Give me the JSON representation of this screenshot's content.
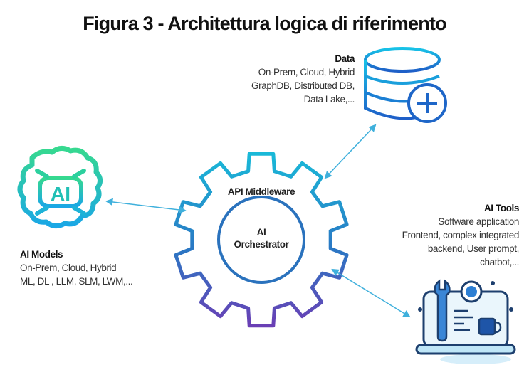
{
  "title": "Figura 3 - Architettura logica di riferimento",
  "data": {
    "heading": "Data",
    "lines": [
      "On-Prem, Cloud, Hybrid",
      "GraphDB, Distributed DB,",
      "Data Lake,..."
    ],
    "icon": "database-plus-icon"
  },
  "ai_models": {
    "heading": "AI Models",
    "lines": [
      "On-Prem, Cloud, Hybrid",
      "ML, DL , LLM, SLM, LWM,..."
    ],
    "icon": "ai-brain-icon",
    "icon_text": "AI"
  },
  "ai_tools": {
    "heading": "AI Tools",
    "lines": [
      "Software application",
      "Frontend, complex integrated",
      "backend, User prompt,",
      "chatbot,..."
    ],
    "icon": "laptop-tools-icon"
  },
  "center": {
    "outer_label": "API Middleware",
    "inner_label_1": "AI",
    "inner_label_2": "Orchestrator",
    "icon": "gear-icon"
  },
  "colors": {
    "cyan": "#1ec8e6",
    "blue": "#1f6fc4",
    "purple": "#6a3fb5",
    "green": "#2ed39a",
    "arrow": "#3fb0dc"
  }
}
